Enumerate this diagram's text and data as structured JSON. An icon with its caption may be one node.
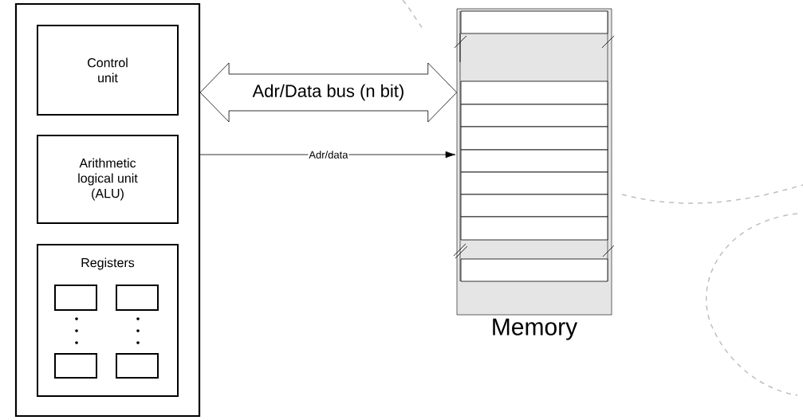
{
  "diagram": {
    "nodes": [
      {
        "text": [],
        "shape": "box"
      },
      {
        "text": [
          "Control unit"
        ],
        "in": 0
      },
      {
        "text": [
          "Arithmetic logical unit (ALU)"
        ],
        "in": 0
      },
      {
        "text": [
          "Registers"
        ],
        "in": 0
      },
      {
        "text": [],
        "shape": "box",
        "in": 3
      },
      {
        "text": [],
        "shape": "box",
        "in": 3
      },
      {
        "text": [],
        "shape": "box",
        "in": 3
      },
      {
        "text": [],
        "shape": "box",
        "in": 3
      },
      {
        "text": [
          "Memory"
        ]
      }
    ],
    "edges": [
      {
        "from": 0,
        "to": 8,
        "arrow": "both",
        "label": "Adr/Data bus (n bit)",
        "style": "thick"
      },
      {
        "from": 0,
        "to": 8,
        "arrow": "to",
        "label": "Adr/data"
      }
    ]
  }
}
